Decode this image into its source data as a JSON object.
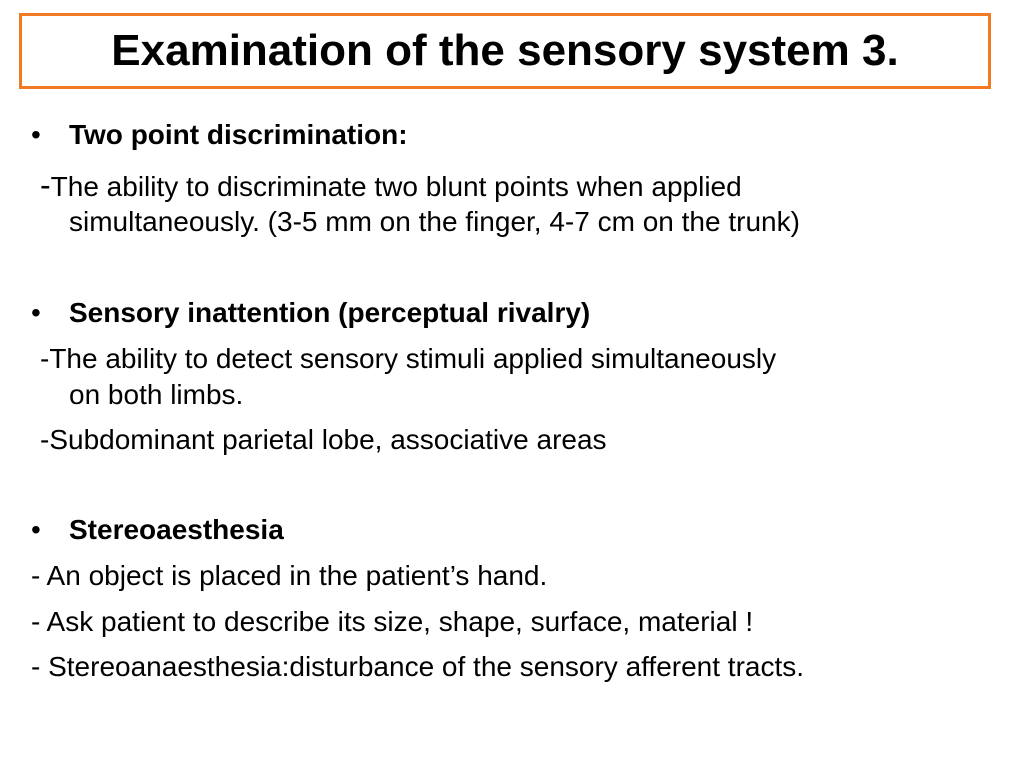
{
  "slide": {
    "title": "Examination of the sensory system 3.",
    "bullet_glyph": "•",
    "sections": [
      {
        "heading": "Two point discrimination:",
        "lines": [
          "The ability to discriminate two blunt points when applied",
          "simultaneously. (3-5 mm on the finger, 4-7 cm on the trunk)"
        ]
      },
      {
        "heading": "Sensory inattention (perceptual rivalry)",
        "lines": [
          "-The ability to detect sensory stimuli applied simultaneously",
          "on both limbs.",
          "-Subdominant parietal lobe, associative areas"
        ]
      },
      {
        "heading": "Stereoaesthesia",
        "lines": [
          "- An object is placed in the patient’s hand.",
          "- Ask patient to describe its size, shape, surface, material !",
          "- Stereoanaesthesia:disturbance of the sensory afferent tracts."
        ]
      }
    ],
    "dash": "-"
  },
  "colors": {
    "title_border": "#f07b22",
    "text": "#000000",
    "background": "#ffffff"
  }
}
